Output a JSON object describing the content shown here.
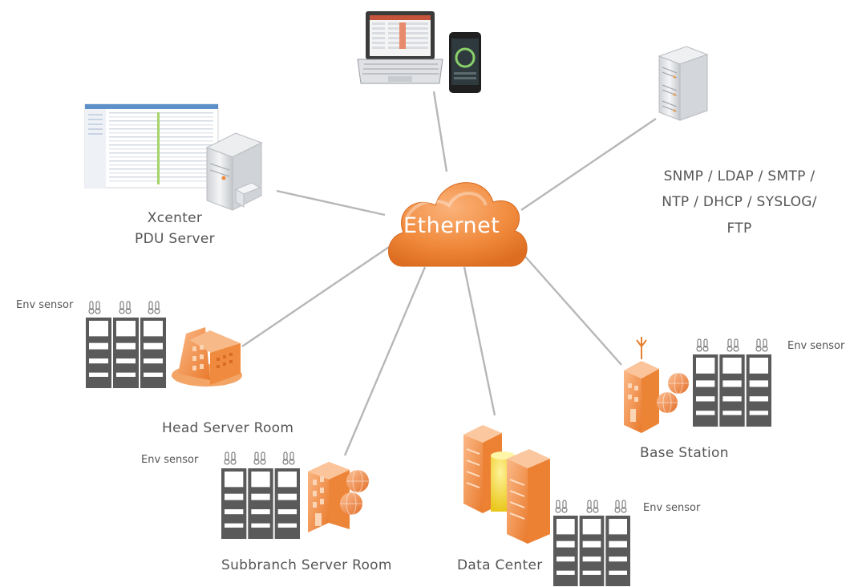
{
  "cloud": {
    "label": "Ethernet"
  },
  "nodes": {
    "pdu_server": {
      "line1": "Xcenter",
      "line2": "PDU Server"
    },
    "protocols": {
      "line1": "SNMP / LDAP / SMTP /",
      "line2": "NTP / DHCP / SYSLOG/",
      "line3": "FTP"
    },
    "head_room": {
      "label": "Head Server Room"
    },
    "subbranch_room": {
      "label": "Subbranch Server Room"
    },
    "data_center": {
      "label": "Data Center"
    },
    "base_station": {
      "label": "Base Station"
    }
  },
  "sensors": {
    "head": "Env sensor",
    "subbranch": "Env sensor",
    "data_center": "Env sensor",
    "base_station": "Env sensor"
  },
  "colors": {
    "orange": "#f08a3c",
    "orange_dark": "#d86a1c",
    "rack_gray": "#5a5a5a",
    "line_gray": "#b7b7b7"
  }
}
